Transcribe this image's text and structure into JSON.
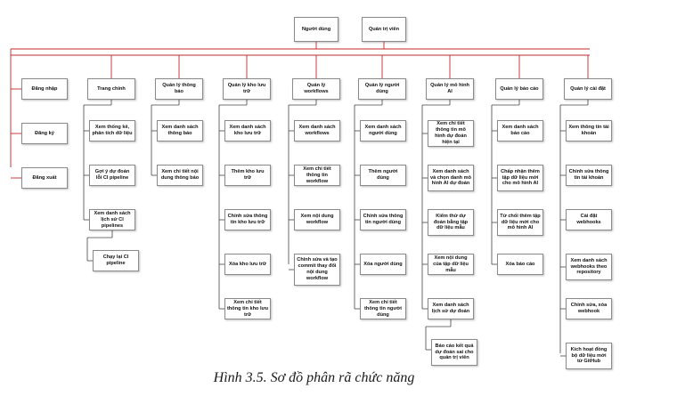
{
  "roots": [
    {
      "id": "nguoidung",
      "label": "Người dùng"
    },
    {
      "id": "quantri",
      "label": "Quản trị viên"
    }
  ],
  "columns": [
    {
      "id": "c0",
      "head": null,
      "children": [
        "Đăng nhập",
        "Đăng ký",
        "Đăng xuất"
      ]
    },
    {
      "id": "c1",
      "head": "Trang chính",
      "children": [
        "Xem thống kê, phân tích dữ liệu",
        "Gợi ý dự đoán lỗi CI pipeline",
        "Xem danh sách lịch sử CI pipelines"
      ],
      "extra": "Chạy lại CI pipeline"
    },
    {
      "id": "c2",
      "head": "Quản lý thông báo",
      "children": [
        "Xem danh sách thông báo",
        "Xem chi tiết nội dung thông báo"
      ]
    },
    {
      "id": "c3",
      "head": "Quản lý kho lưu trữ",
      "children": [
        "Xem danh sách kho lưu trữ",
        "Thêm kho lưu trữ",
        "Chỉnh sửa thông tin kho lưu trữ",
        "Xóa kho lưu trữ",
        "Xem chi tiết thông tin kho lưu trữ"
      ]
    },
    {
      "id": "c4",
      "head": "Quản lý workflows",
      "children": [
        "Xem danh sách workflows",
        "Xem chi tiết thông tin workflow",
        "Xem nội dung workflow",
        "Chỉnh sửa và tạo commit thay đổi nội dung workflow"
      ]
    },
    {
      "id": "c5",
      "head": "Quản lý người dùng",
      "children": [
        "Xem danh sách người dùng",
        "Thêm người dùng",
        "Chỉnh sửa thông tin người dùng",
        "Xóa người dùng",
        "Xem chi tiết thông tin người dùng"
      ]
    },
    {
      "id": "c6",
      "head": "Quản lý mô hình AI",
      "children": [
        "Xem chi tiết thông tin mô hình dự đoán hiện tại",
        "Xem danh sách và chọn danh mô hình AI dự đoán",
        "Kiểm thử dự đoán bằng tập dữ liệu mẫu",
        "Xem nội dung của tập dữ liệu mẫu",
        "Xem danh sách lịch sử dự đoán"
      ],
      "extra": "Báo cáo kết quả dự đoán sai cho quản trị viên"
    },
    {
      "id": "c7",
      "head": "Quản lý báo cáo",
      "children": [
        "Xem danh sách báo cáo",
        "Chấp nhận thêm tập dữ liệu mới cho mô hình AI",
        "Từ chối thêm tập dữ liệu mới cho mô hình AI",
        "Xóa báo cáo"
      ]
    },
    {
      "id": "c8",
      "head": "Quản lý cài đặt",
      "children": [
        "Xem thông tin tài khoản",
        "Chỉnh sửa thông tin tài khoản",
        "Cài đặt webhooks",
        "Xem danh sách webhooks theo repository",
        "Chỉnh sửa, xóa webhook",
        "Kích hoạt đồng bộ dữ liệu mới từ GitHub"
      ]
    }
  ],
  "caption": "Hình 3.5. Sơ đồ phân rã chức năng"
}
